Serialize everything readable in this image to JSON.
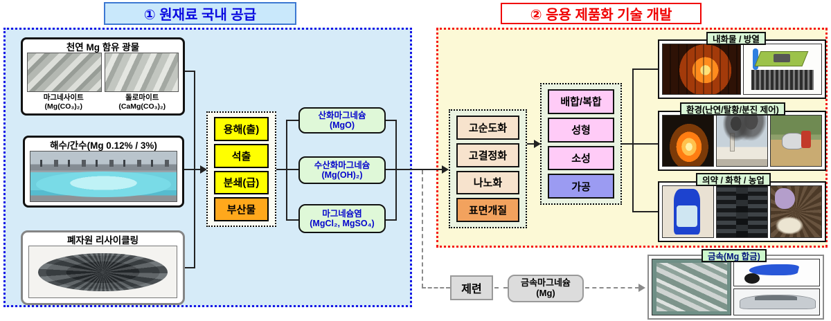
{
  "titles": {
    "supply": "① 원재료 국내 공급",
    "application": "② 응용 제품화 기술 개발"
  },
  "sources": {
    "natural": {
      "title": "천연 Mg 함유 광물",
      "minerals": [
        {
          "name": "마그네사이트",
          "formula": "(Mg(CO₃)₂)"
        },
        {
          "name": "돌로마이트",
          "formula": "(CaMg(CO₃)₂)"
        }
      ]
    },
    "seawater": {
      "title": "해수/간수(Mg 0.12% / 3%)"
    },
    "recycling": {
      "title": "폐자원 리사이클링"
    }
  },
  "processes": [
    {
      "label": "용해(출)"
    },
    {
      "label": "석출"
    },
    {
      "label": "분쇄(급)"
    },
    {
      "label": "부산물"
    }
  ],
  "products": [
    {
      "name": "산화마그네슘",
      "formula": "(MgO)"
    },
    {
      "name": "수산화마그네슘",
      "formula": "(Mg(OH)₂)"
    },
    {
      "name": "마그네슘염",
      "formula": "(MgCl₂, MgSO₄)"
    }
  ],
  "refinement": [
    {
      "label": "고순도화"
    },
    {
      "label": "고결정화"
    },
    {
      "label": "나노화"
    },
    {
      "label": "표면개질"
    }
  ],
  "forming": [
    {
      "label": "배합/복합"
    },
    {
      "label": "성형"
    },
    {
      "label": "소성"
    },
    {
      "label": "가공"
    }
  ],
  "applications": [
    {
      "label": "내화물 / 방열"
    },
    {
      "label": "환경(난연/탈황/분진 제어)"
    },
    {
      "label": "의약 / 화학 / 농업"
    }
  ],
  "metal_route": {
    "smelting": "제련",
    "metal": {
      "name": "금속마그네슘",
      "formula": "(Mg)"
    },
    "alloy_label": "금속(Mg 합금)"
  },
  "colors": {
    "left_bg": "#D6EBF8",
    "left_border": "#1414E6",
    "right_bg": "#FCF9D6",
    "right_border": "#F51515",
    "process_yellow": "#FFFF00",
    "byproduct_orange": "#FFA81C",
    "product_green": "#DFF8D8",
    "product_text": "#0505CC",
    "refine_peach": "#F7E3CD",
    "surface_orange": "#F2A25E",
    "forming_pink": "#FFCBF7",
    "processing_purple": "#9B9BF2",
    "label_green": "#D9F5D6",
    "gray_box": "#DCDCDC"
  }
}
